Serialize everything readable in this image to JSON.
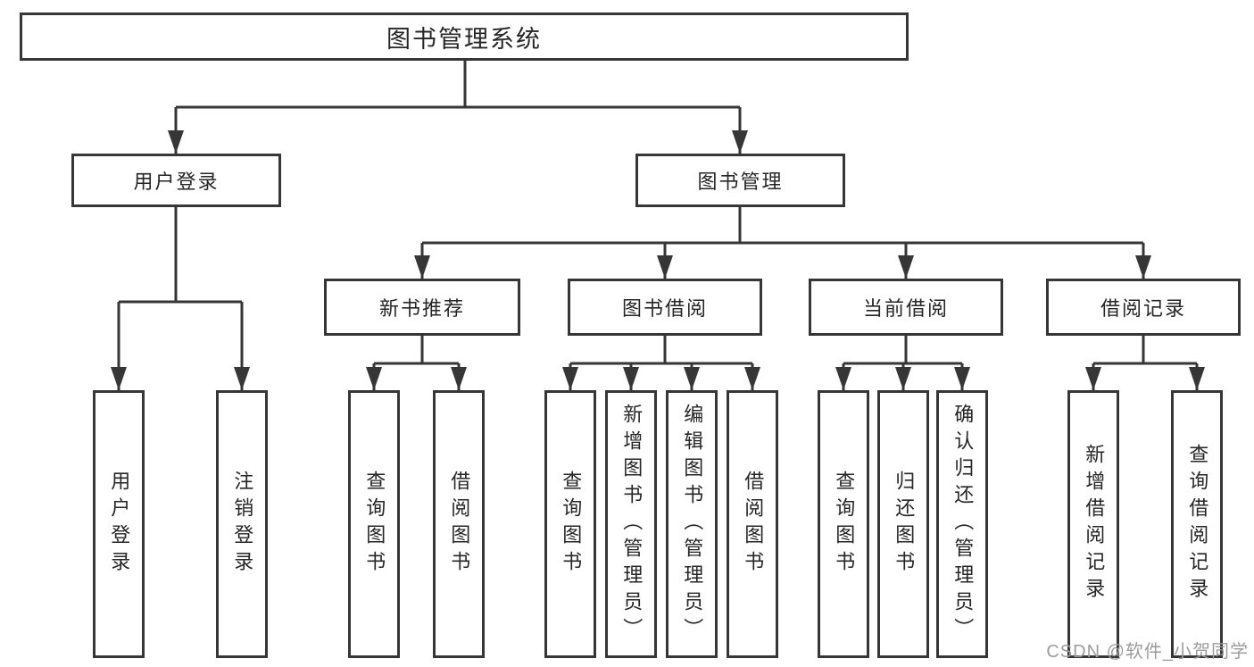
{
  "diagram": {
    "root": {
      "label": "图书管理系统"
    },
    "branches": [
      {
        "label": "用户登录",
        "children": [
          {
            "label": "用户登录"
          },
          {
            "label": "注销登录"
          }
        ]
      },
      {
        "label": "图书管理",
        "children": [
          {
            "label": "新书推荐",
            "children": [
              {
                "label": "查询图书"
              },
              {
                "label": "借阅图书"
              }
            ]
          },
          {
            "label": "图书借阅",
            "children": [
              {
                "label": "查询图书"
              },
              {
                "label": "新增图书（管理员）"
              },
              {
                "label": "编辑图书（管理员）"
              },
              {
                "label": "借阅图书"
              }
            ]
          },
          {
            "label": "当前借阅",
            "children": [
              {
                "label": "查询图书"
              },
              {
                "label": "归还图书"
              },
              {
                "label": "确认归还（管理员）"
              }
            ]
          },
          {
            "label": "借阅记录",
            "children": [
              {
                "label": "新增借阅记录"
              },
              {
                "label": "查询借阅记录"
              }
            ]
          }
        ]
      }
    ]
  },
  "watermark": {
    "text": "CSDN @软件_小贺同学"
  },
  "colors": {
    "line": "#363636",
    "box_border": "#363636",
    "text": "#262626",
    "watermark": "#9c9c9c",
    "background": "#ffffff"
  }
}
